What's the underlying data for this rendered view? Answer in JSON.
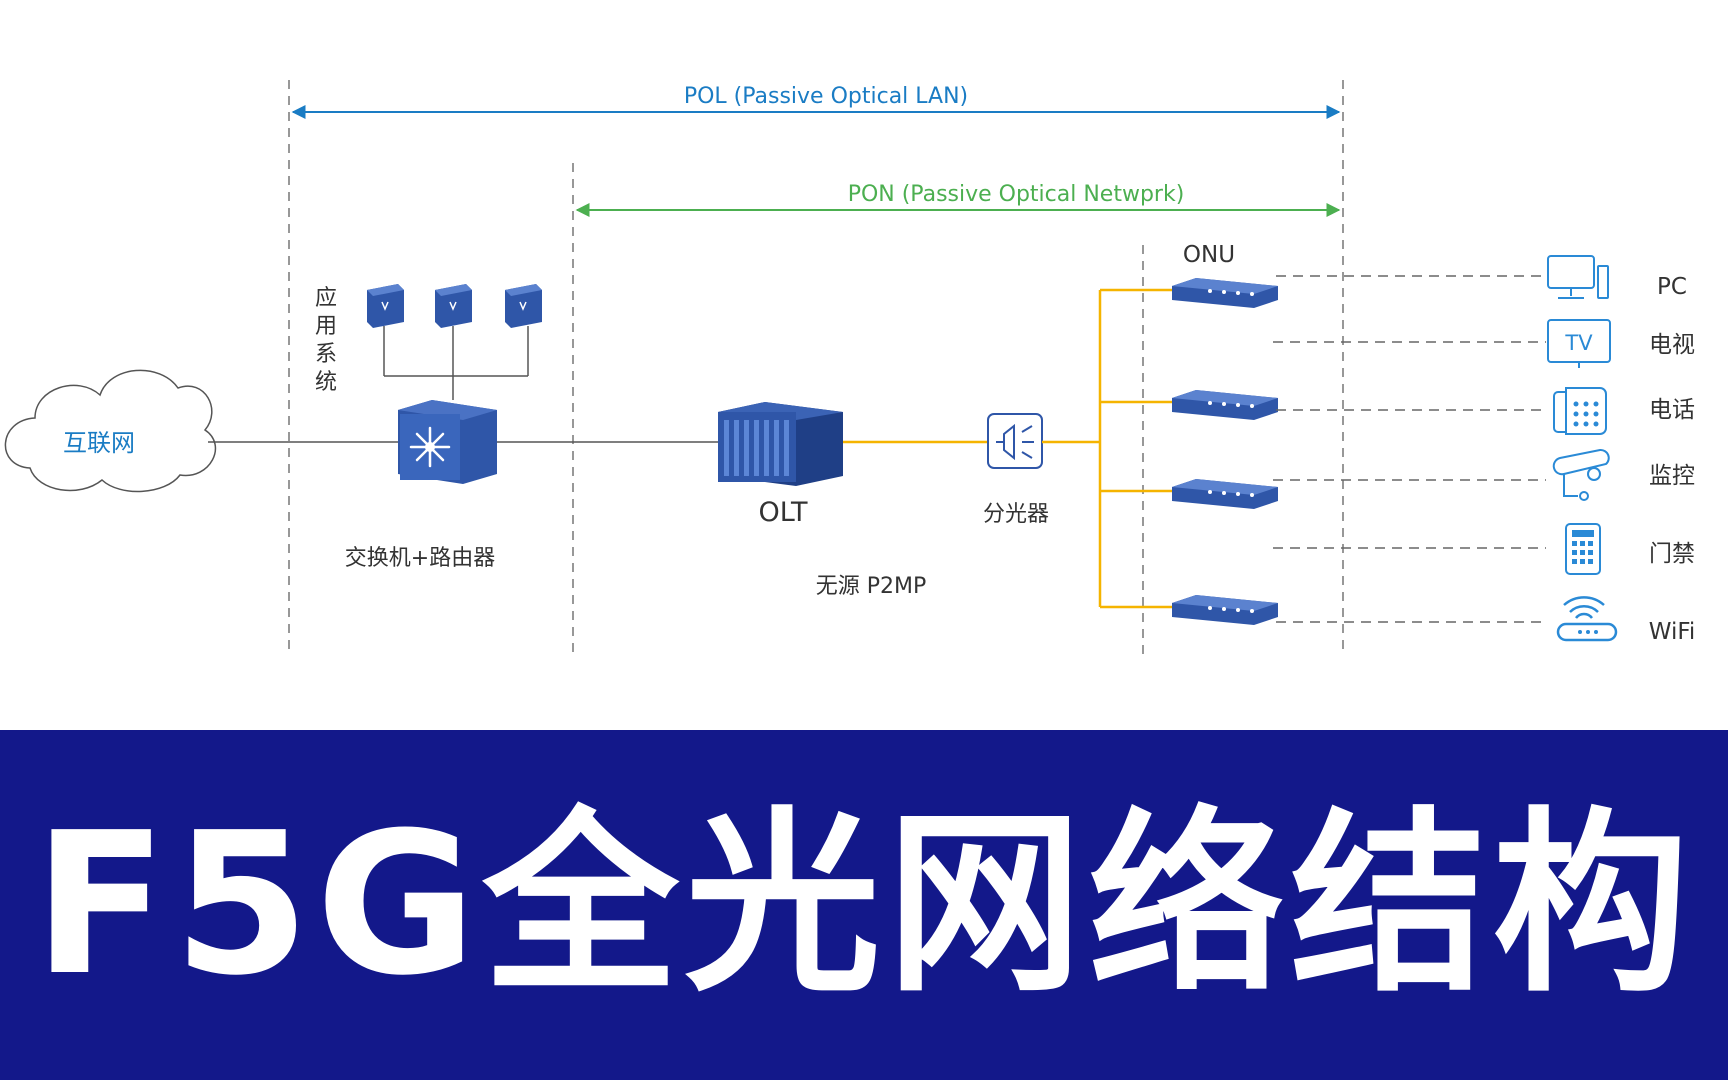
{
  "colors": {
    "pol": "#1a7cc4",
    "pon": "#4caf50",
    "fiber": "#f5b400",
    "device": "#2f56a8",
    "icon": "#2a8ad6",
    "banner": "#13188a",
    "text": "#333333"
  },
  "labels": {
    "pol": "POL (Passive Optical LAN)",
    "pon": "PON (Passive Optical Netwprk)",
    "onu": "ONU",
    "app_system": "应用系统",
    "internet": "互联网",
    "switch_router": "交换机+路由器",
    "olt": "OLT",
    "splitter": "分光器",
    "passive_p2mp": "无源 P2MP"
  },
  "endpoints": [
    {
      "label": "PC",
      "icon": "pc-icon"
    },
    {
      "label": "电视",
      "icon": "tv-icon",
      "icon_text": "TV"
    },
    {
      "label": "电话",
      "icon": "phone-icon"
    },
    {
      "label": "监控",
      "icon": "camera-icon"
    },
    {
      "label": "门禁",
      "icon": "keypad-icon"
    },
    {
      "label": "WiFi",
      "icon": "wifi-router-icon"
    }
  ],
  "banner": {
    "title": "F5G全光网络结构"
  }
}
